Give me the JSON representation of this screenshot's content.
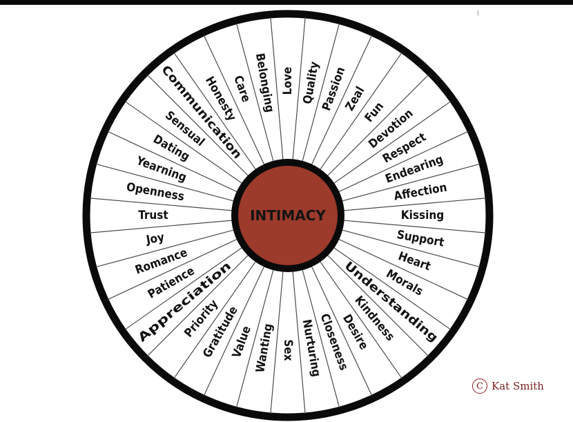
{
  "diagram": {
    "center_label": "INTIMACY",
    "spokes": [
      "Love",
      "Quality",
      "Passion",
      "Zeal",
      "Fun",
      "Devotion",
      "Respect",
      "Endearing",
      "Affection",
      "Kissing",
      "Support",
      "Heart",
      "Morals",
      "Understanding",
      "Kindness",
      "Desire",
      "Closeness",
      "Nurturing",
      "Sex",
      "Wanting",
      "Value",
      "Gratitude",
      "Priority",
      "Appreciation",
      "Patience",
      "Romance",
      "Joy",
      "Trust",
      "Openness",
      "Yearning",
      "Dating",
      "Sensual",
      "Communication",
      "Honesty",
      "Care",
      "Belonging"
    ],
    "colors": {
      "hub_fill": "#9c3a2b",
      "ring": "#0a0a0a",
      "spoke_line": "#4a4a4a"
    }
  },
  "credit": {
    "symbol": "C",
    "text": "Kat Smith"
  }
}
